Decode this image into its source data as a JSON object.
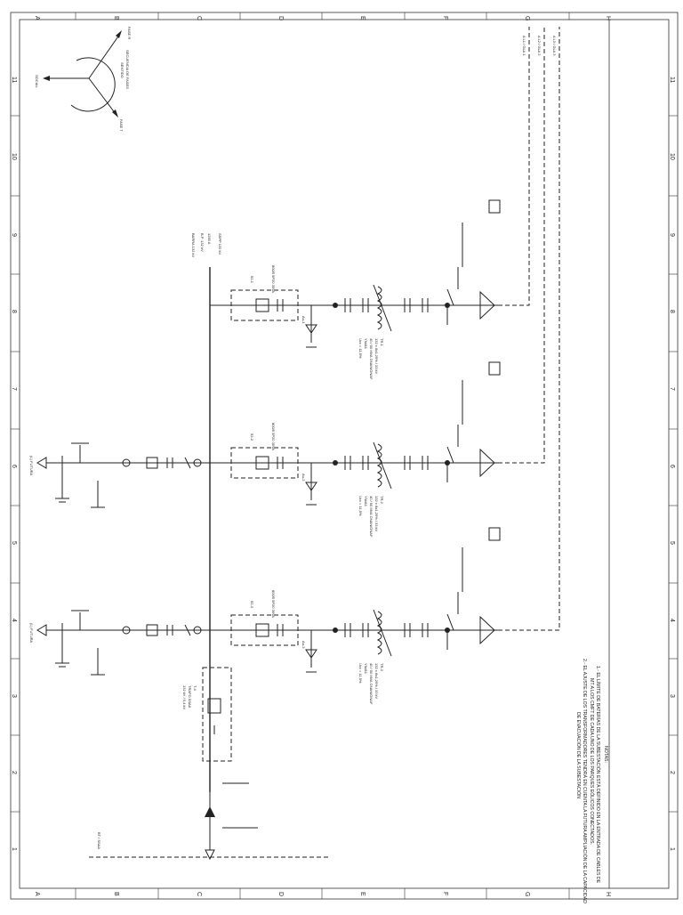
{
  "sheet": {
    "col_letters": [
      "A",
      "B",
      "C",
      "D",
      "E",
      "F",
      "G",
      "H"
    ],
    "row_numbers": [
      "1",
      "2",
      "3",
      "4",
      "5",
      "6",
      "7",
      "8",
      "9",
      "10",
      "11"
    ]
  },
  "compass": {
    "label_social": "SOCIAL",
    "label_main": "SECUENCIA DE FASES",
    "label_sub": "SENTIDO",
    "arrow_a": "FASE R",
    "arrow_b": "FASE T"
  },
  "main_busbar": {
    "label_top": "BARRA 132 kV",
    "label_ref": "B.P. 132 kV",
    "label_rating": "1250 A",
    "label_bottom": "SSPP 132 kV"
  },
  "future_positions": [
    {
      "label": "(L) FUTURA"
    },
    {
      "label": "(L) FUTURA"
    }
  ],
  "feeders": [
    {
      "breaker_label": "52-1",
      "ct_label": "800/5 5P20 30VA",
      "tr_label": "TR-1",
      "tr_rating": "132 ± 8x1,25% / 33 kV",
      "tr_power": "40 / 50 MVA ONAN/ONAF",
      "tr_group": "YNd11",
      "tr_ucc": "Ucc = 11,5%",
      "arrester_label": "Au-1",
      "out_label": "A L1 / GLA 1"
    },
    {
      "breaker_label": "52-2",
      "ct_label": "800/5 5P20 30VA",
      "tr_label": "TR-2",
      "tr_rating": "132 ± 8x1,25% / 33 kV",
      "tr_power": "40 / 50 MVA ONAN/ONAF",
      "tr_group": "YNd11",
      "tr_ucc": "Ucc = 11,5%",
      "arrester_label": "Au-2",
      "out_label": "A L2 / GLA 2"
    },
    {
      "breaker_label": "52-3",
      "ct_label": "800/5 5P20 30VA",
      "tr_label": "TR-3",
      "tr_rating": "132 ± 8x1,25% / 33 kV",
      "tr_power": "40 / 50 MVA ONAN/ONAF",
      "tr_group": "YNd11",
      "tr_ucc": "Ucc = 11,5%",
      "arrester_label": "Au-3",
      "out_label": "A L3 / GLA 3"
    }
  ],
  "coupler": {
    "label": "TRAFO SSAA",
    "rating": "132 kV / 0,4 kV",
    "id": "T-4"
  },
  "notes": {
    "title": "NOTAS:",
    "lines": [
      "1.- EL LÍMITE DE BATERÍAS DE LA SUBESTACIÓN ESTÁ DEFINIDO EN LA ENTRADA DE CABLES DE",
      "MT A LOS CMFT DE CADA UNO DE LOS PARQUES EÓLICOS CONECTADOS.",
      "2.- EL AJUSTE DE LOS TRANSFORMADORES TENDRÁ EN CUENTA LA FUTURA AMPLIACIÓN DE LA CAPACIDAD",
      "DE EVACUACIÓN DE LA SUBESTACIÓN"
    ]
  },
  "bottom_bar": {
    "label": "BT / SSAA"
  }
}
